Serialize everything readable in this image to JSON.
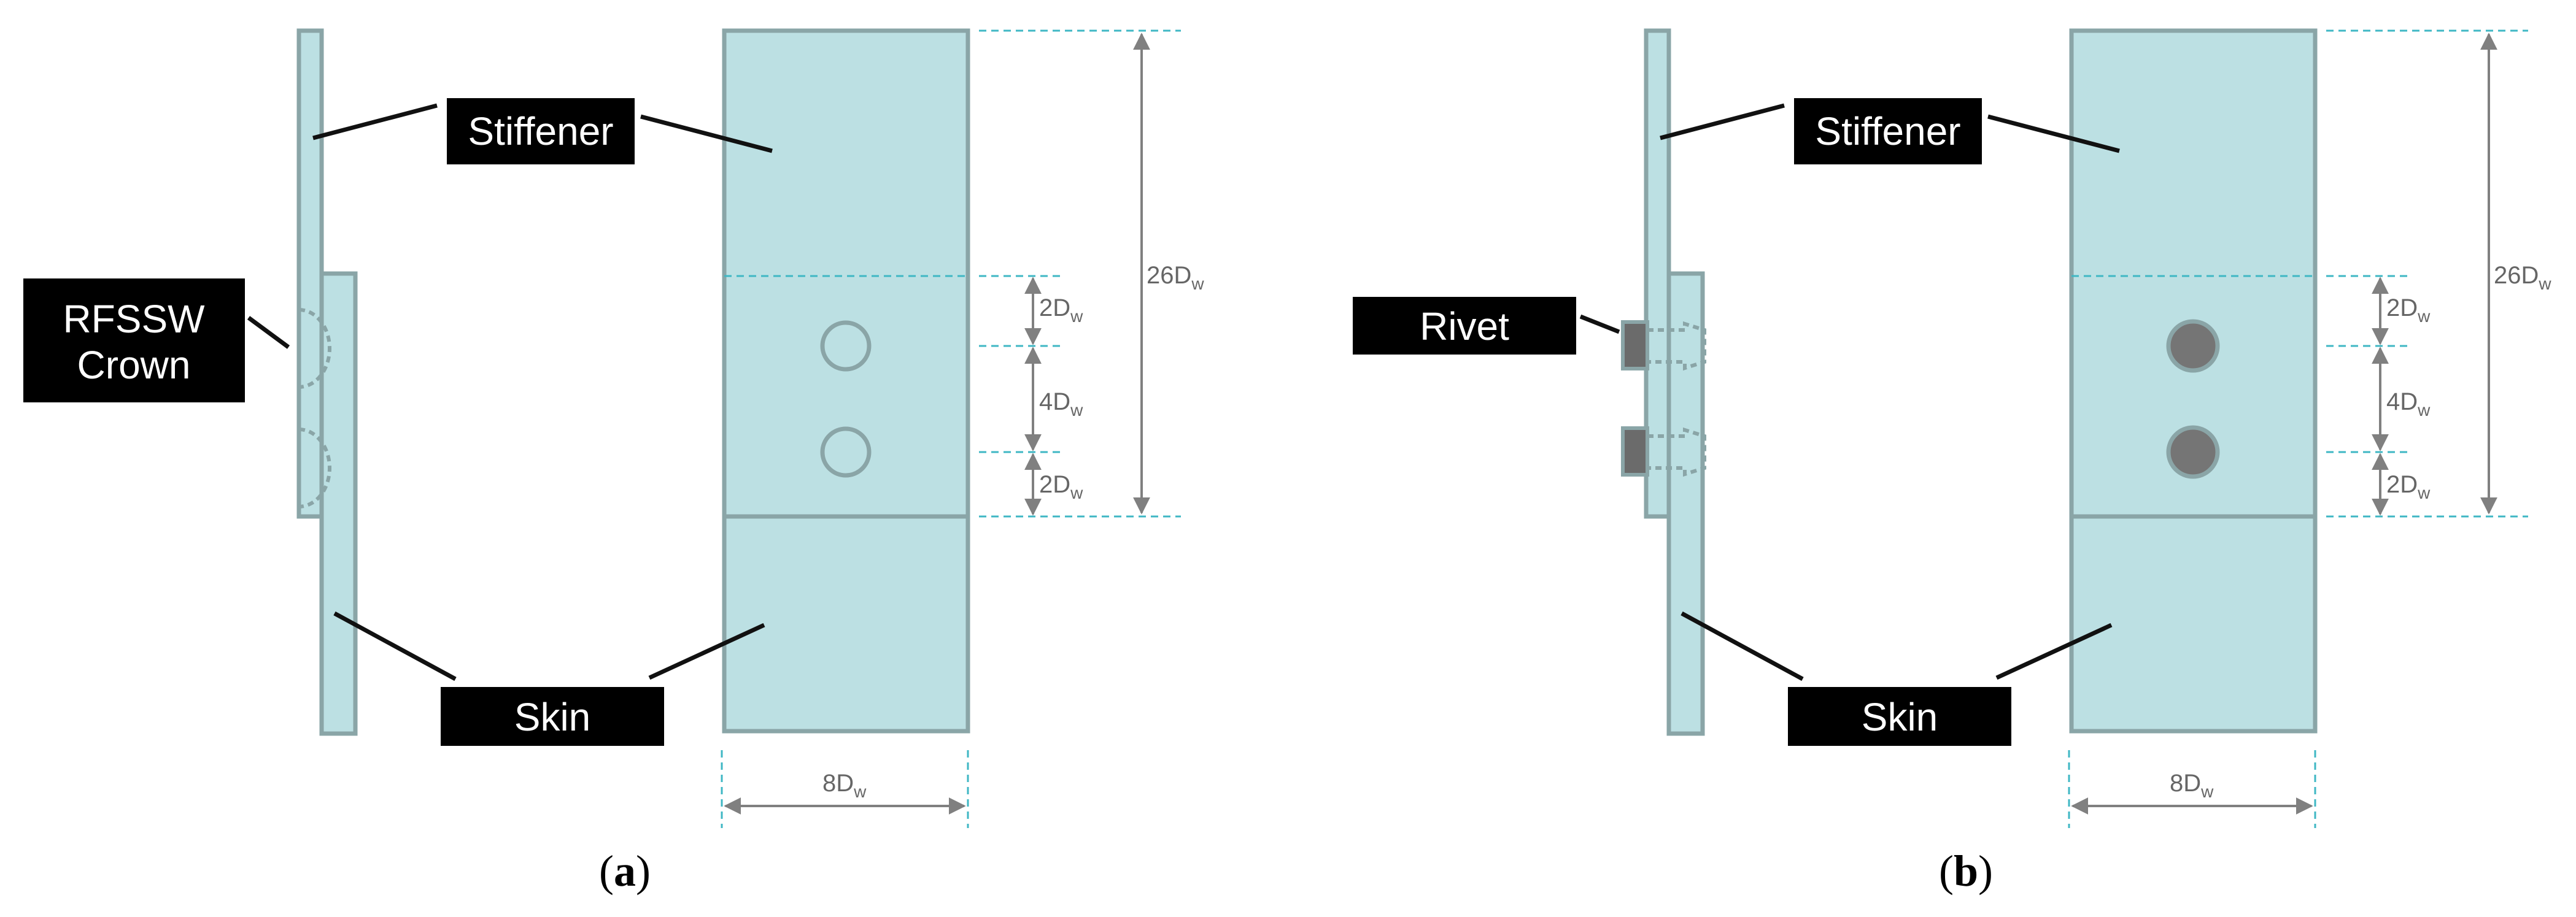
{
  "panel_a": {
    "label_stiffener": "Stiffener",
    "label_skin": "Skin",
    "label_crown_line1": "RFSSW",
    "label_crown_line2": "Crown",
    "caption_open": "(",
    "caption_letter": "a",
    "caption_close": ")"
  },
  "panel_b": {
    "label_stiffener": "Stiffener",
    "label_skin": "Skin",
    "label_rivet": "Rivet",
    "caption_open": "(",
    "caption_letter": "b",
    "caption_close": ")"
  },
  "dimensions": {
    "d": "D",
    "sub": "w",
    "total": "26",
    "edge_top": "2",
    "pitch": "4",
    "edge_bottom": "2",
    "width": "8"
  },
  "colors": {
    "plate_fill": "#bce0e3",
    "plate_edge": "#8aa5a7",
    "label_box": "#000000",
    "dash_line": "#3fb7c4",
    "rivet": "#6b6b6b"
  }
}
